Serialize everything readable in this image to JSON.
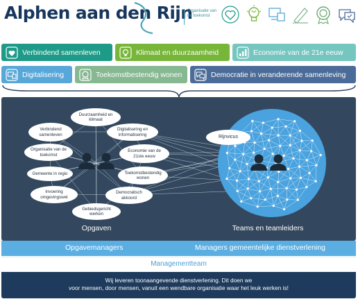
{
  "header": {
    "logo_text": "Alphen aan den Rijn",
    "logo_subtitle": "Organisatie van de toekomst",
    "icons": [
      "handshake-heart-icon",
      "lightbulb-icon",
      "devices-icon",
      "pen-house-icon",
      "medal-icon",
      "chat-check-icon"
    ]
  },
  "themes": [
    {
      "label": "Verbindend samenleven",
      "icon": "handshake-heart-icon",
      "color": "#1e9b88"
    },
    {
      "label": "Klimaat en duurzaamheid",
      "icon": "lightbulb-icon",
      "color": "#78b63a"
    },
    {
      "label": "Economie van de 21e eeuw",
      "icon": "chart-icon",
      "color": "#76c6c0"
    },
    {
      "label": "Digitalisering",
      "icon": "devices-icon",
      "color": "#57a7d9"
    },
    {
      "label": "Toekomstbestendig wonen",
      "icon": "medal-icon",
      "color": "#86b891"
    },
    {
      "label": "Democratie in veranderende samenleving",
      "icon": "chat-check-icon",
      "color": "#4b6c98"
    }
  ],
  "diagram": {
    "left_nodes": [
      "Duurzaamheid en klimaat",
      "Verbindend samenleven",
      "Digitalisering en informatisering",
      "Organisatie van de toekomst",
      "Economie van de 21ste eeuw",
      "Gemeente in regio",
      "Toekomstbestendig wonen",
      "Invoering omgevingswet",
      "Democratisch akkoord",
      "Gebiedsgericht werken"
    ],
    "right_node": "Rijnvicus",
    "left_label": "Opgaven",
    "right_label": "Teams en teamleiders"
  },
  "bars": {
    "left": "Opgavemanagers",
    "right": "Managers gemeentelijke dienstverlening",
    "management": "Managementteam"
  },
  "mission": {
    "line1": "Wij leveren toonaangevende dienstverlening. Dit doen we",
    "line2": "voor mensen, door mensen, vanuit een wendbare organisatie waar het leuk werken is!"
  }
}
